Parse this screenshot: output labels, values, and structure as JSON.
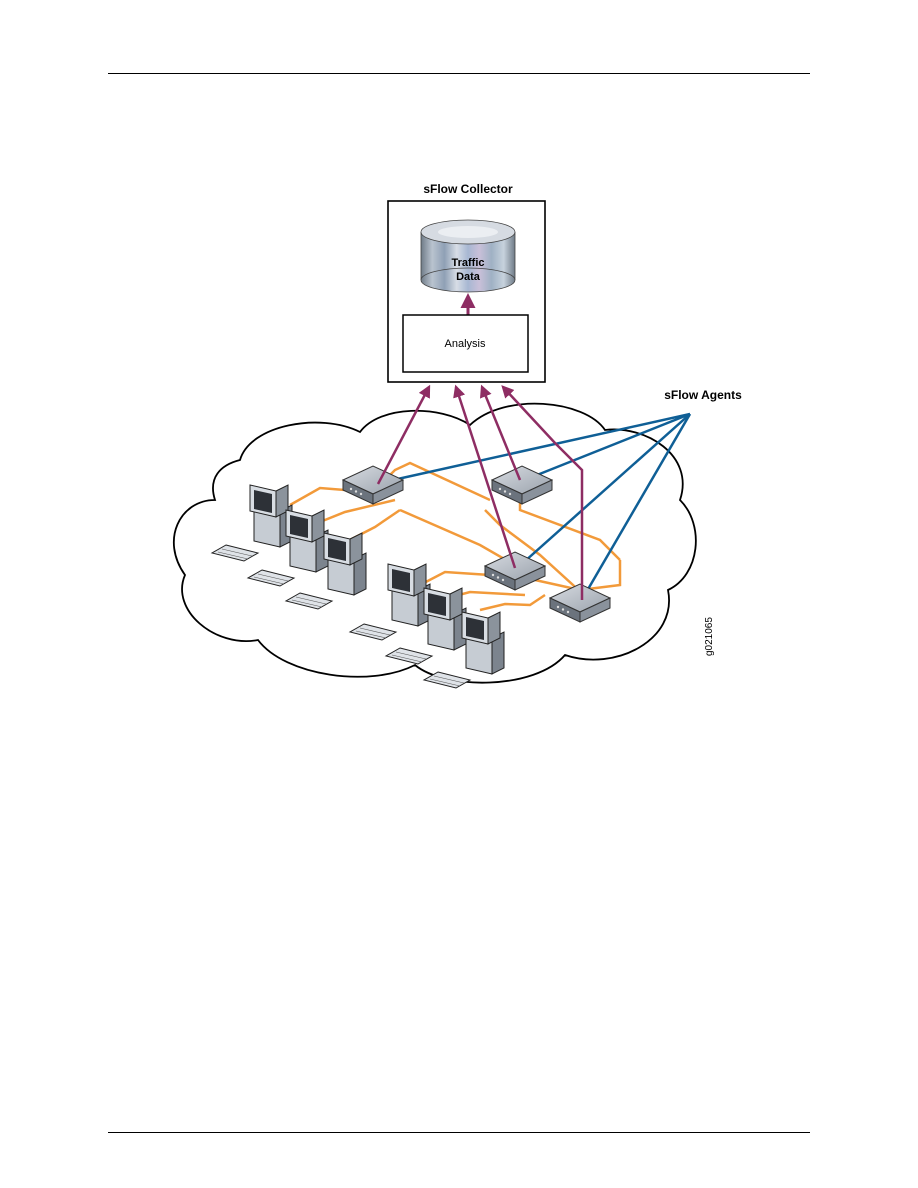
{
  "diagram": {
    "collector_title": "sFlow Collector",
    "database_label_line1": "Traffic",
    "database_label_line2": "Data",
    "analysis_label": "Analysis",
    "agents_label": "sFlow Agents",
    "figure_id": "g021065"
  },
  "colors": {
    "sample_flow": "#8e2d63",
    "agent_pointer": "#0f5f96",
    "ethernet_link": "#f29a3a",
    "outline": "#000000"
  },
  "icons": {
    "database": "database-cylinder-icon",
    "switch": "network-switch-icon",
    "workstation": "desktop-computer-icon",
    "network": "cloud-outline"
  }
}
